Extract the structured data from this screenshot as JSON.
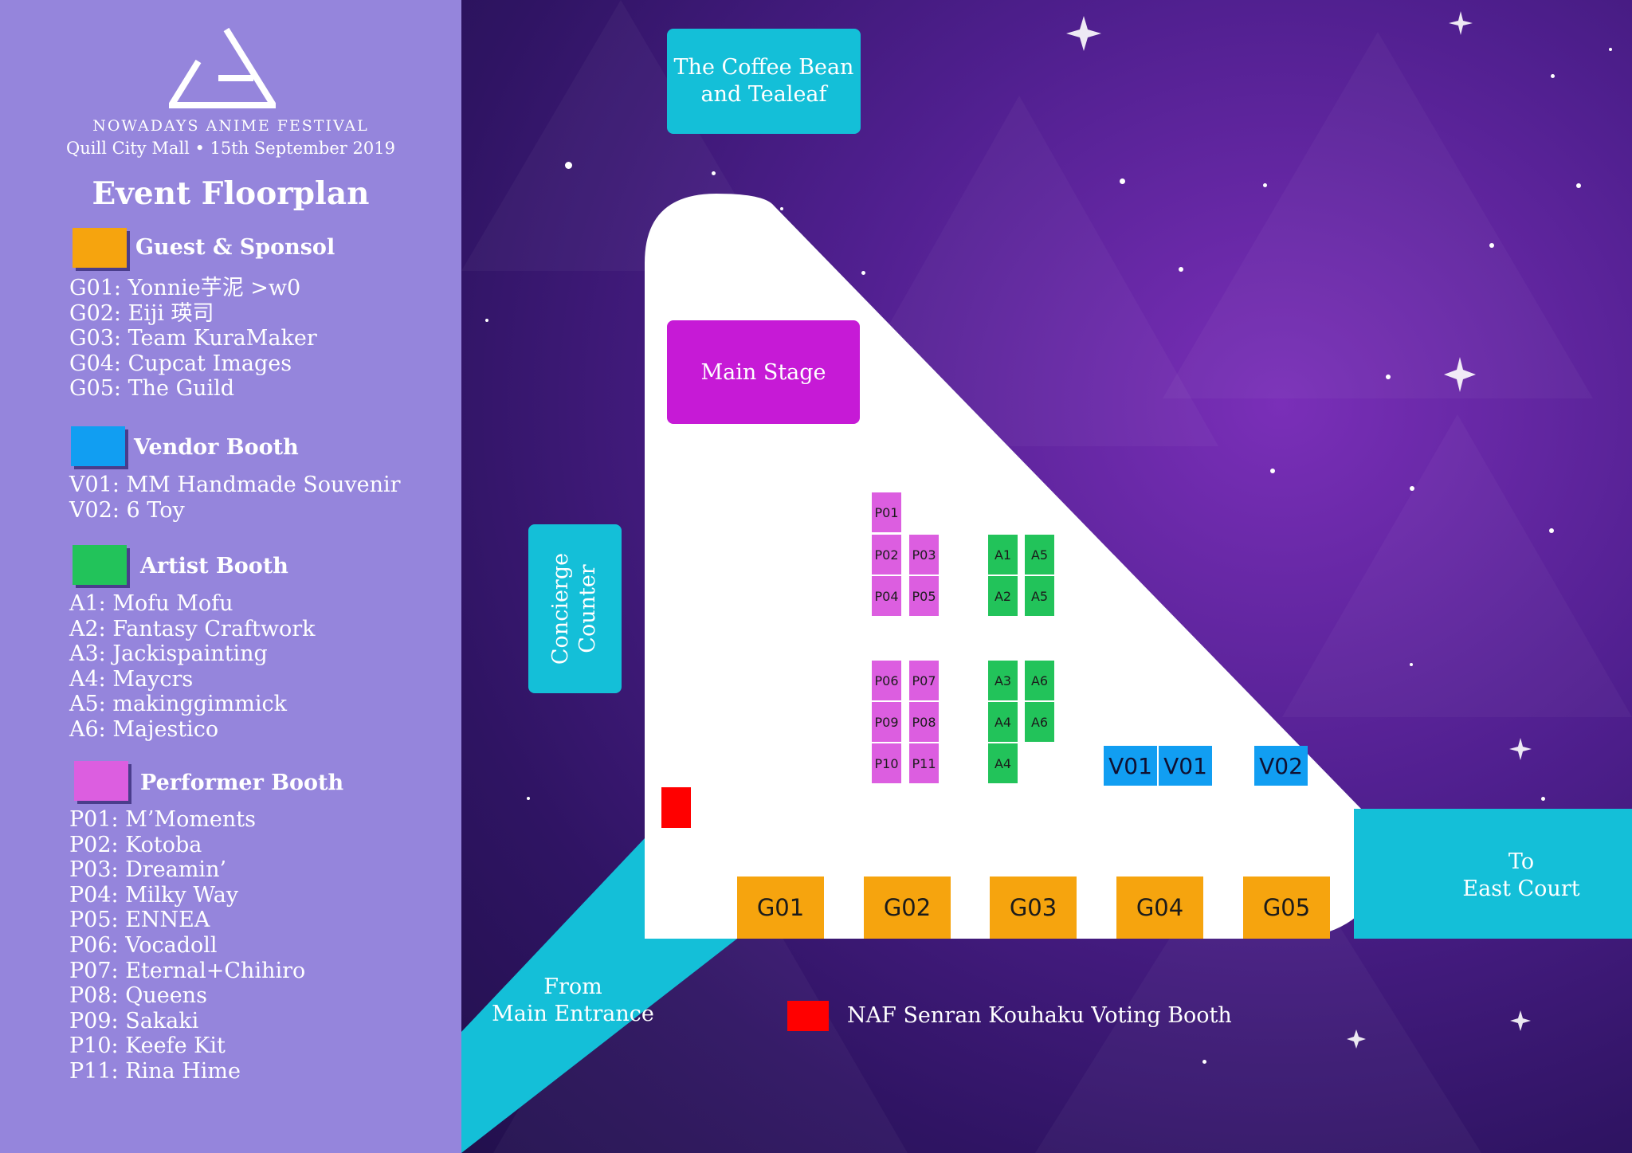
{
  "festival": {
    "name": "NOWADAYS ANIME FESTIVAL",
    "subtitle": "Quill City Mall • 15th September 2019",
    "heading": "Event Floorplan"
  },
  "colors": {
    "guest": "#f6a40e",
    "vendor": "#119ef2",
    "artist": "#22c35a",
    "performer": "#dc5ee0",
    "stage": "#c61ad6",
    "walkway": "#14bfd8",
    "voting": "#ff0000"
  },
  "legend": {
    "guest": {
      "title": "Guest & Sponsol",
      "items": [
        "G01: Yonnie芋泥 >w0",
        "G02: Eiji 瑛司",
        "G03: Team KuraMaker",
        "G04: Cupcat Images",
        "G05: The Guild"
      ]
    },
    "vendor": {
      "title": "Vendor Booth",
      "items": [
        "V01: MM Handmade Souvenir",
        "V02: 6 Toy"
      ]
    },
    "artist": {
      "title": "Artist Booth",
      "items": [
        "A1: Mofu Mofu",
        "A2: Fantasy Craftwork",
        "A3: Jackispainting",
        "A4: Maycrs",
        "A5: makinggimmick",
        "A6: Majestico"
      ]
    },
    "performer": {
      "title": "Performer Booth",
      "items": [
        "P01: M’Moments",
        "P02: Kotoba",
        "P03: Dreamin’",
        "P04: Milky Way",
        "P05: ENNEA",
        "P06: Vocadoll",
        "P07: Eternal+Chihiro",
        "P08: Queens",
        "P09: Sakaki",
        "P10: Keefe Kit",
        "P11: Rina Hime"
      ]
    }
  },
  "map": {
    "coffee_line1": "The Coffee Bean",
    "coffee_line2": "and Tealeaf",
    "main_stage": "Main Stage",
    "concierge_line1": "Concierge",
    "concierge_line2": "Counter",
    "east_line1": "To",
    "east_line2": "East Court",
    "entrance_line1": "From",
    "entrance_line2": "Main Entrance",
    "voting_label": "NAF Senran Kouhaku Voting Booth"
  },
  "booths": {
    "performer": [
      "P01",
      "P02",
      "P03",
      "P04",
      "P05",
      "P06",
      "P07",
      "P09",
      "P08",
      "P10",
      "P11"
    ],
    "artist": [
      "A1",
      "A5",
      "A2",
      "A5",
      "A3",
      "A6",
      "A4",
      "A6",
      "A4"
    ],
    "vendor": [
      "V01",
      "V01",
      "V02"
    ],
    "guest": [
      "G01",
      "G02",
      "G03",
      "G04",
      "G05"
    ]
  }
}
